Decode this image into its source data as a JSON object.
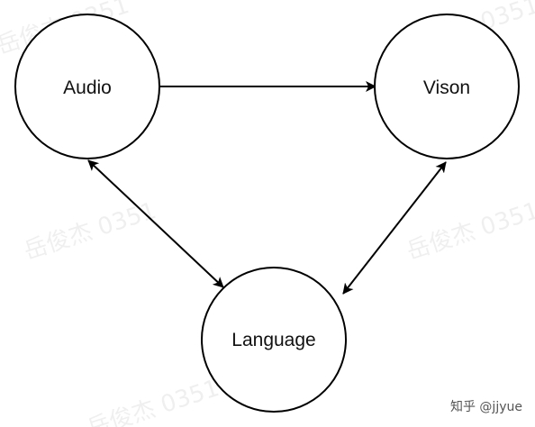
{
  "nodes": {
    "audio": {
      "label": "Audio"
    },
    "vision": {
      "label": "Vison"
    },
    "language": {
      "label": "Language"
    }
  },
  "edges": [
    {
      "from": "Audio",
      "to": "Vison",
      "direction": "one-way"
    },
    {
      "from": "Audio",
      "to": "Language",
      "direction": "two-way"
    },
    {
      "from": "Vison",
      "to": "Language",
      "direction": "two-way"
    }
  ],
  "watermark": {
    "text": "岳俊杰 0351"
  },
  "credit": {
    "text": "知乎 @jjyue"
  },
  "colors": {
    "stroke": "#000000",
    "background": "#ffffff"
  }
}
